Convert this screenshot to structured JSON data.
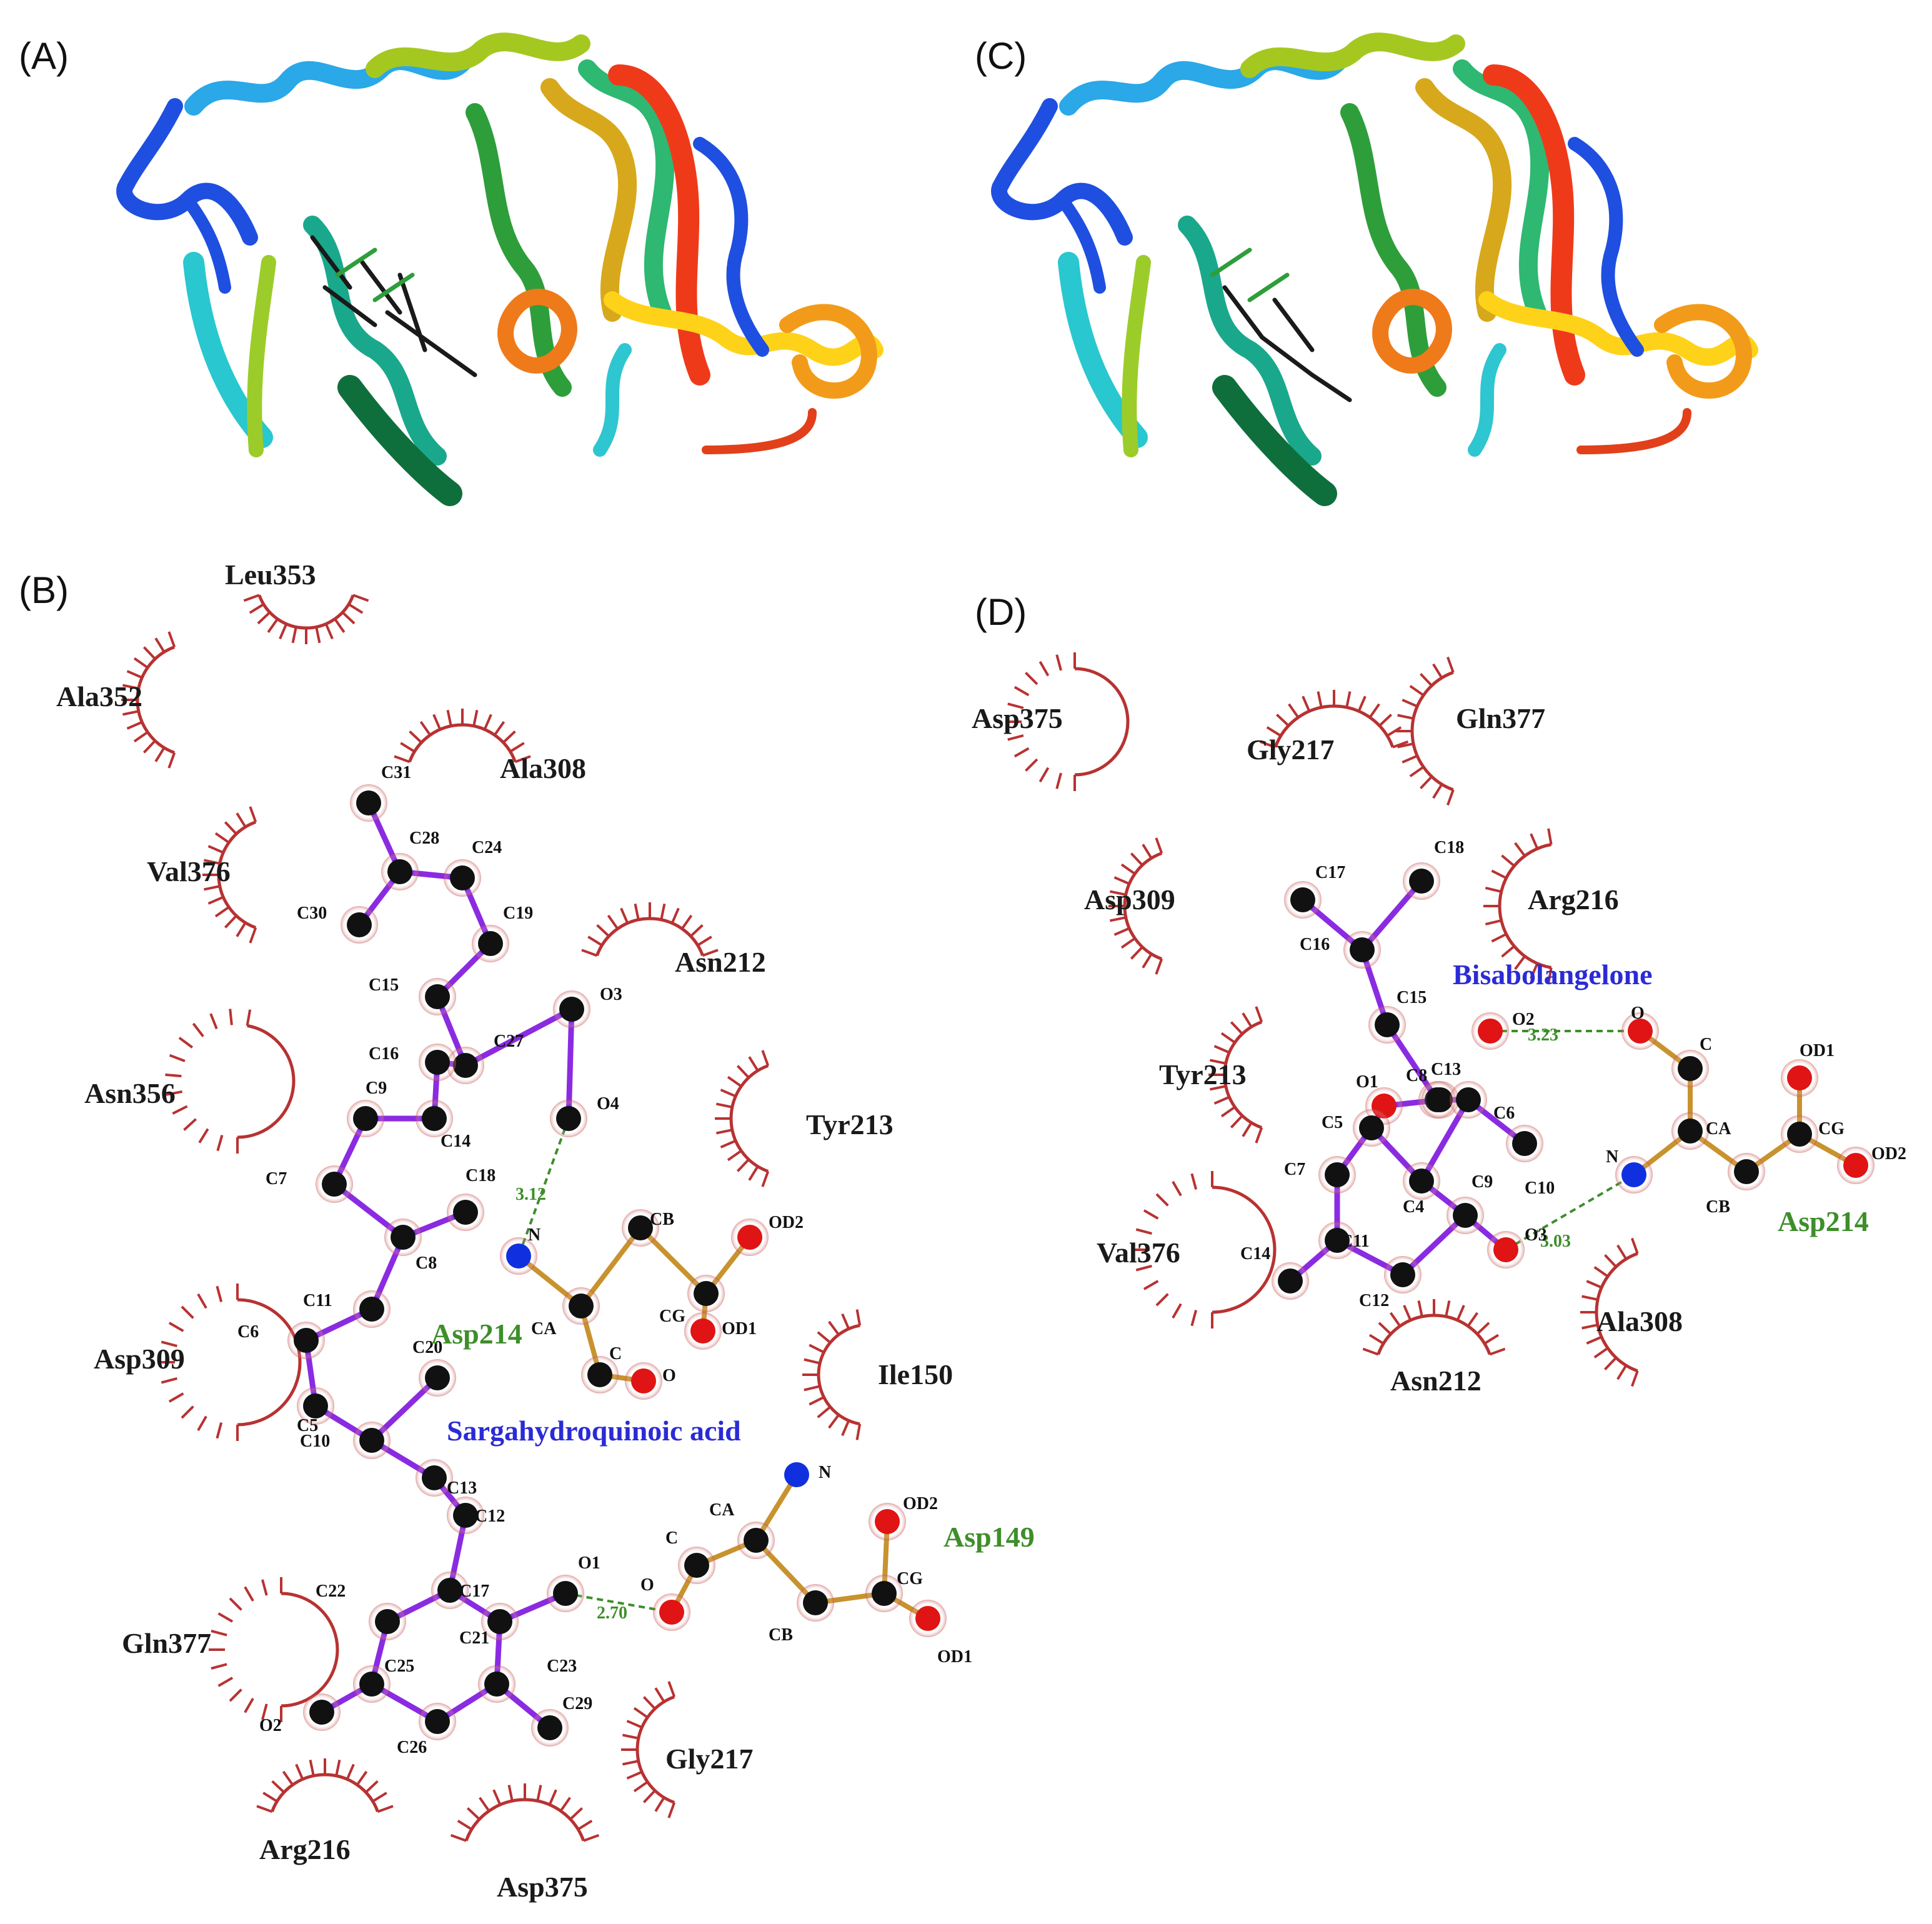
{
  "panels": {
    "A": {
      "label": "(A)"
    },
    "B": {
      "label": "(B)"
    },
    "C": {
      "label": "(C)"
    },
    "D": {
      "label": "(D)"
    }
  },
  "panel_b": {
    "ligand": "Sargahydroquinoic acid",
    "hb_residues": [
      "Asp214",
      "Asp149"
    ],
    "hydrophobic_residues": [
      "Leu353",
      "Ala352",
      "Ala308",
      "Val376",
      "Asn212",
      "Asn356",
      "Tyr213",
      "Asp309",
      "Ile150",
      "Gln377",
      "Gly217",
      "Arg216",
      "Asp375"
    ],
    "distances": [
      "3.12",
      "2.70"
    ],
    "atoms": [
      "C31",
      "C28",
      "C24",
      "C30",
      "C19",
      "C15",
      "C27",
      "O3",
      "C16",
      "O4",
      "C9",
      "C14",
      "C7",
      "C18",
      "C8",
      "C11",
      "C6",
      "C5",
      "C20",
      "C10",
      "C13",
      "C12",
      "C17",
      "O1",
      "C22",
      "C21",
      "C23",
      "C25",
      "C29",
      "O2",
      "C26",
      "N",
      "CB",
      "CA",
      "CG",
      "OD2",
      "OD1",
      "C",
      "O",
      "N",
      "CA",
      "C",
      "O",
      "CB",
      "CG",
      "OD2",
      "OD1"
    ]
  },
  "panel_d": {
    "ligand": "Bisabolangelone",
    "hb_residues": [
      "Asp214"
    ],
    "hydrophobic_residues": [
      "Asp375",
      "Gly217",
      "Gln377",
      "Asp309",
      "Arg216",
      "Tyr213",
      "Val376",
      "Ala308",
      "Asn212"
    ],
    "distances": [
      "3.23",
      "3.03"
    ],
    "atoms": [
      "C17",
      "C18",
      "C16",
      "C15",
      "C13",
      "O2",
      "O1",
      "C8",
      "C6",
      "C5",
      "C10",
      "C7",
      "C4",
      "C9",
      "O3",
      "C11",
      "C14",
      "C12",
      "O",
      "C",
      "CA",
      "OD1",
      "CG",
      "OD2",
      "N",
      "CB"
    ]
  },
  "colors": {
    "ligand_bond": "#8a2be2",
    "residue_bond": "#c8932e",
    "carbon": "#111111",
    "oxygen": "#e01414",
    "nitrogen": "#1030e0",
    "hbond": "#3e8e2a",
    "hydrophobic": "#b83232"
  }
}
